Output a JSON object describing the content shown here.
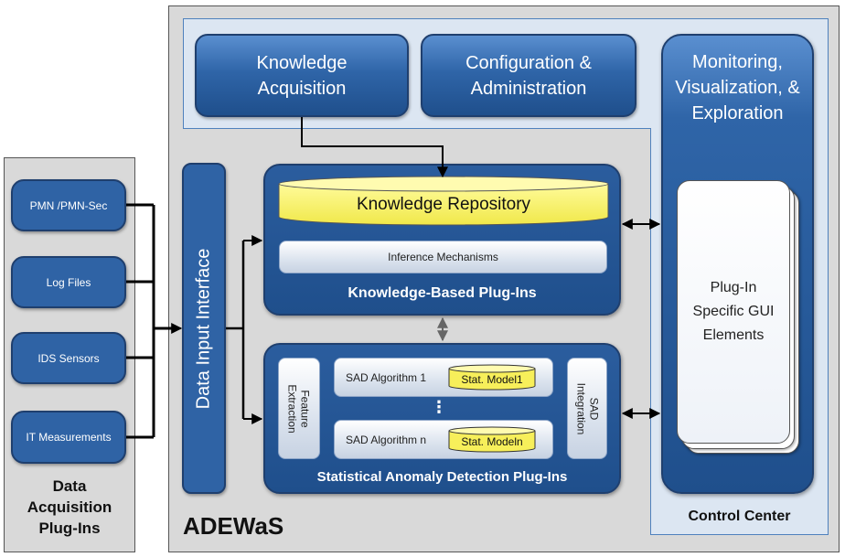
{
  "main_system": {
    "name": "ADEWaS",
    "knowledge_acquisition": "Knowledge Acquisition",
    "configuration": "Configuration & Administration",
    "data_input_interface": "Data Input Interface",
    "knowledge_based": {
      "repository": "Knowledge Repository",
      "inference": "Inference Mechanisms",
      "title": "Knowledge-Based Plug-Ins"
    },
    "statistical": {
      "feature_extraction": "Feature Extraction",
      "algorithm_1": "SAD Algorithm 1",
      "model_1": "Stat. Model1",
      "ellipsis": "⋮",
      "algorithm_n": "SAD Algorithm n",
      "model_n": "Stat. Modeln",
      "integration": "SAD Integration",
      "title": "Statistical Anomaly Detection Plug-Ins"
    },
    "control_center": {
      "title": "Monitoring, Visualization, & Exploration",
      "gui_elements": "Plug-In Specific GUI Elements",
      "label": "Control Center"
    }
  },
  "data_acquisition": {
    "items": [
      "PMN /PMN-Sec",
      "Log Files",
      "IDS Sensors",
      "IT Measurements"
    ],
    "label": "Data Acquisition Plug-Ins"
  },
  "colors": {
    "box_blue": "#2f63a5",
    "panel_blue": "#1f4f8c",
    "light_blue_bg": "#dce6f2",
    "gray_bg": "#d9d9d9",
    "repository_yellow": "#f5f06a"
  }
}
